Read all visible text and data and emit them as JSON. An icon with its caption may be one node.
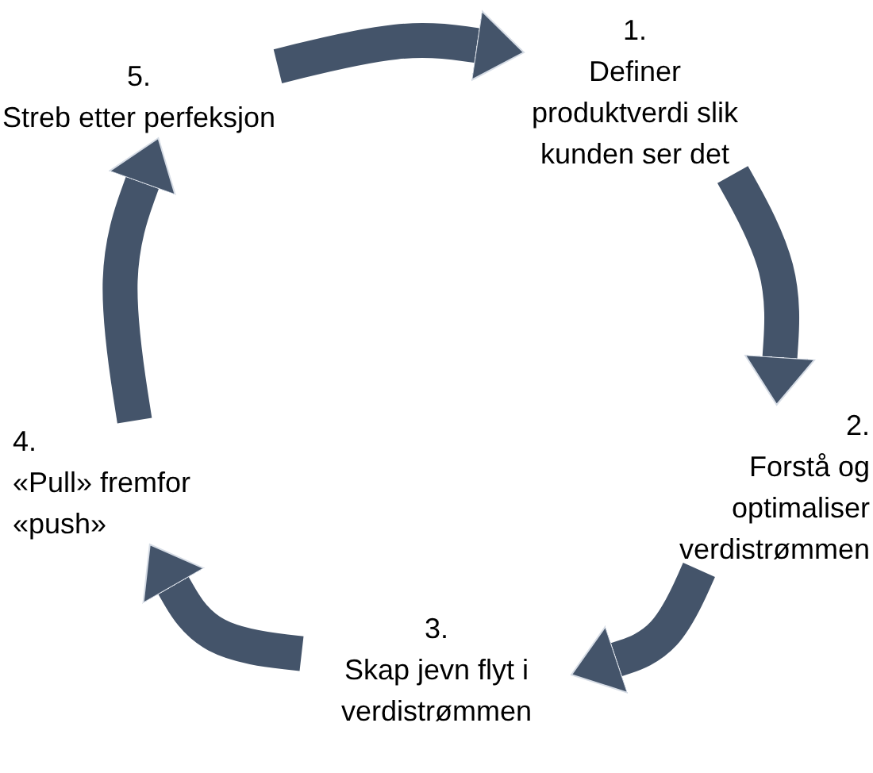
{
  "diagram": {
    "nodes": [
      {
        "text": [
          "1.",
          "Definer produktverdi slik kunden ser det"
        ]
      },
      {
        "text": [
          "2.",
          "Forstå og optimaliser verdistrømmen"
        ]
      },
      {
        "text": [
          "3.",
          "Skap jevn flyt i verdistrømmen"
        ]
      },
      {
        "text": [
          "4.",
          "«Pull» fremfor «push»"
        ]
      },
      {
        "text": [
          "5.",
          "Streb etter perfeksjon"
        ]
      }
    ],
    "edges": [
      {
        "from": 4,
        "to": 0,
        "arrow": "to"
      },
      {
        "from": 0,
        "to": 1,
        "arrow": "to"
      },
      {
        "from": 1,
        "to": 2,
        "arrow": "to"
      },
      {
        "from": 2,
        "to": 3,
        "arrow": "to"
      },
      {
        "from": 3,
        "to": 4,
        "arrow": "to"
      }
    ]
  }
}
